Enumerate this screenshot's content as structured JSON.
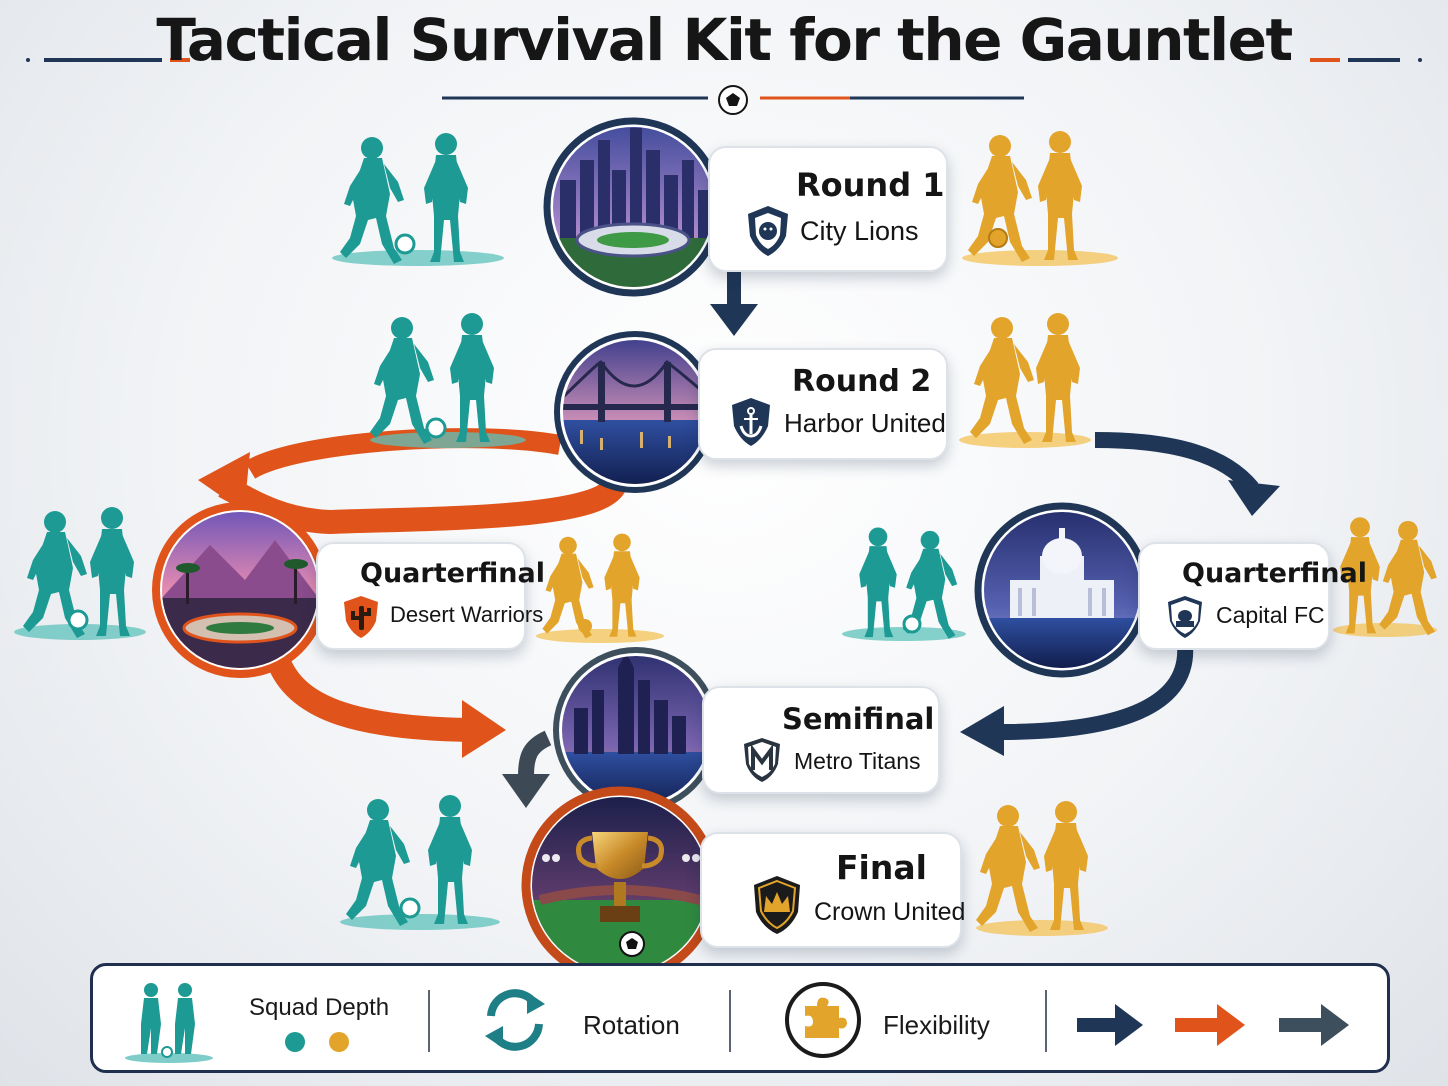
{
  "title": "Tactical Survival Kit for the Gauntlet",
  "colors": {
    "teal": "#1c9a93",
    "gold": "#e2a42a",
    "navy": "#1f3656",
    "orange": "#e0541b",
    "slate": "#3d4f5c"
  },
  "stages": [
    {
      "name": "Round 1",
      "team": "City Lions",
      "badge_icon": "lion-shield-icon",
      "scene": "city-skyline-stadium"
    },
    {
      "name": "Round 2",
      "team": "Harbor United",
      "badge_icon": "anchor-shield-icon",
      "scene": "bridge-harbor"
    },
    {
      "name": "Quarterfinal",
      "team": "Desert Warriors",
      "badge_icon": "cactus-shield-icon",
      "scene": "desert-mountain-stadium"
    },
    {
      "name": "Quarterfinal",
      "team": "Capital FC",
      "badge_icon": "capitol-shield-icon",
      "scene": "capitol-building"
    },
    {
      "name": "Semifinal",
      "team": "Metro Titans",
      "badge_icon": "monogram-shield-icon",
      "scene": "metro-skyline"
    },
    {
      "name": "Final",
      "team": "Crown United",
      "badge_icon": "crown-shield-icon",
      "scene": "trophy-stadium"
    }
  ],
  "legend": {
    "squad_depth": "Squad Depth",
    "rotation": "Rotation",
    "flexibility": "Flexibility"
  }
}
